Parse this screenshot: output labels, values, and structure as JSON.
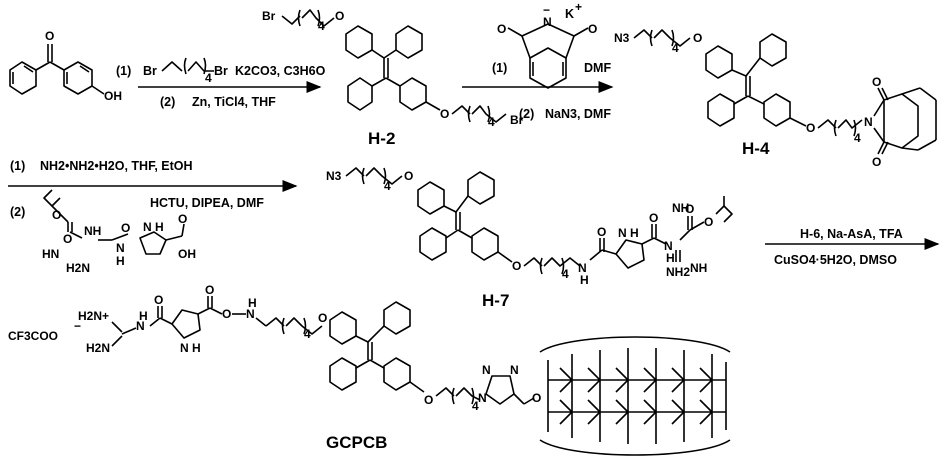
{
  "compounds": {
    "h2": "H-2",
    "h4": "H-4",
    "h7": "H-7",
    "gcpcb": "GCPCB"
  },
  "reactions": {
    "r1": {
      "step1_no": "(1)",
      "step1_text": "K2CO3, C3H6O",
      "step2_no": "(2)",
      "step2_text": "Zn, TiCl4, THF"
    },
    "r2": {
      "step1_no": "(1)",
      "step1_solvent": "DMF",
      "step1_counterion": "K",
      "step1_charge_anion": "−",
      "step1_charge_cation": "+",
      "step2_no": "(2)",
      "step2_text": "NaN3, DMF"
    },
    "r3": {
      "step1_no": "(1)",
      "step1_text": "NH2•NH2•H2O, THF, EtOH",
      "step2_no": "(2)",
      "step2_text": "HCTU, DIPEA, DMF"
    },
    "r4": {
      "line1": "H-6, Na-AsA, TFA",
      "line2": "CuSO4·5H2O, DMSO"
    }
  },
  "labels": {
    "oh": "OH",
    "br": "Br",
    "o": "O",
    "n": "N",
    "n3": "N3",
    "nh": "NH",
    "h": "H",
    "n_h": "N H",
    "hn": "HN",
    "nh2": "NH2",
    "h2n": "H2N",
    "h2n_plus": "H2N+",
    "oh_acid": "OH",
    "chain_sub": "4",
    "tfa_anion": "CF3COO",
    "minus": "−"
  }
}
